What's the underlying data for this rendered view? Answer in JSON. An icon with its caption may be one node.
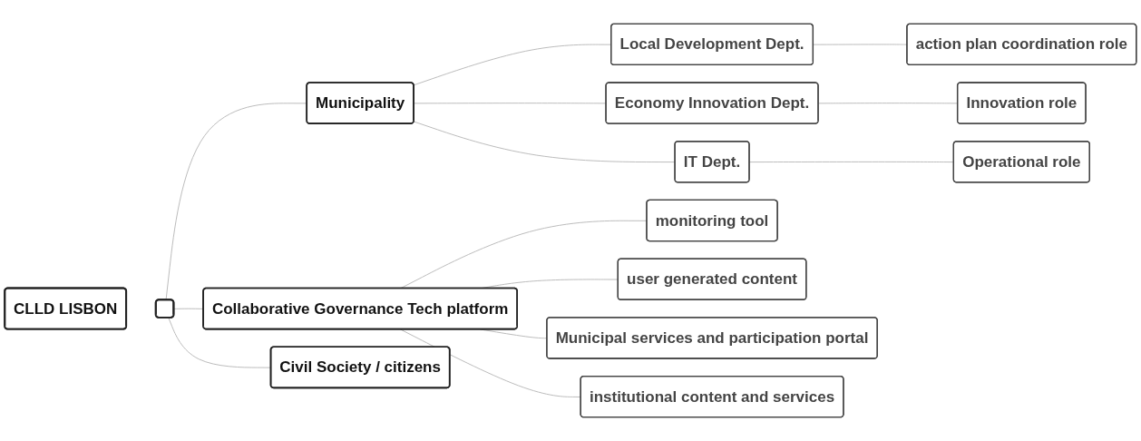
{
  "diagram": {
    "nodes": [
      {
        "text": [
          "CLLD LISBON"
        ]
      },
      {
        "text": [],
        "shape": "box"
      },
      {
        "text": [
          "Municipality"
        ]
      },
      {
        "text": [
          "Local Development Dept."
        ]
      },
      {
        "text": [
          "action plan coordination role"
        ]
      },
      {
        "text": [
          "Economy Innovation Dept."
        ]
      },
      {
        "text": [
          "Innovation role"
        ]
      },
      {
        "text": [
          "IT Dept."
        ]
      },
      {
        "text": [
          "Operational role"
        ]
      },
      {
        "text": [
          "Collaborative Governance Tech platform"
        ]
      },
      {
        "text": [
          "monitoring tool"
        ]
      },
      {
        "text": [
          "user generated content"
        ]
      },
      {
        "text": [
          "Municipal services and participation portal"
        ]
      },
      {
        "text": [
          "institutional content and services"
        ]
      },
      {
        "text": [
          "Civil Society / citizens"
        ]
      }
    ],
    "edges": [
      {
        "from": 1,
        "to": 2,
        "arrow": "none"
      },
      {
        "from": 1,
        "to": 9,
        "arrow": "none"
      },
      {
        "from": 1,
        "to": 14,
        "arrow": "none"
      },
      {
        "from": 2,
        "to": 3,
        "arrow": "none"
      },
      {
        "from": 2,
        "to": 5,
        "arrow": "none"
      },
      {
        "from": 2,
        "to": 7,
        "arrow": "none"
      },
      {
        "from": 3,
        "to": 4,
        "arrow": "none"
      },
      {
        "from": 5,
        "to": 6,
        "arrow": "none"
      },
      {
        "from": 7,
        "to": 8,
        "arrow": "none"
      },
      {
        "from": 9,
        "to": 10,
        "arrow": "none"
      },
      {
        "from": 9,
        "to": 11,
        "arrow": "none"
      },
      {
        "from": 9,
        "to": 12,
        "arrow": "none"
      },
      {
        "from": 9,
        "to": 13,
        "arrow": "none"
      }
    ]
  }
}
